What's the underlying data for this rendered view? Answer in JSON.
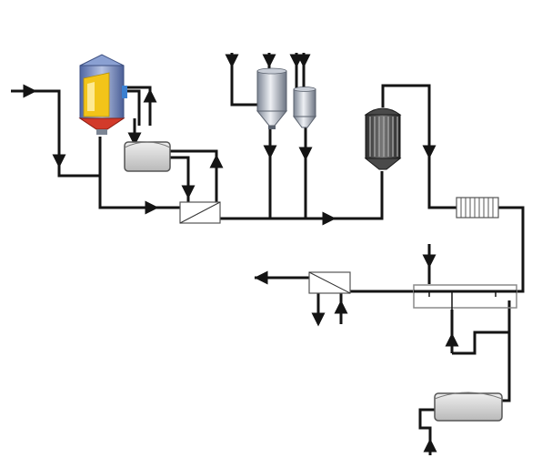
{
  "diagram": {
    "kind": "process-flow",
    "labels": [],
    "colors": {
      "background": "#ffffff",
      "pipe": "#141414",
      "vessel_steel_light": "#dfe3ea",
      "vessel_steel_dark": "#7c8594",
      "silo_blue": "#6f87c2",
      "silo_fill": "#f2c419",
      "silo_cone_red": "#d23a2a",
      "nozzle_blue": "#3a7fd0",
      "tank_grey": "#cfcfcf",
      "heat_exchanger_outline": "#555555"
    },
    "components": [
      {
        "name": "storage-silo",
        "icon": "silo-icon"
      },
      {
        "name": "buffer-tank-upper",
        "icon": "tank-icon"
      },
      {
        "name": "plate-heat-exchanger-1",
        "icon": "heat-exchanger-icon"
      },
      {
        "name": "conical-vessel-large",
        "icon": "vessel-icon"
      },
      {
        "name": "conical-vessel-small",
        "icon": "vessel-icon"
      },
      {
        "name": "tubular-reactor",
        "icon": "reactor-icon"
      },
      {
        "name": "finned-cooler",
        "icon": "cooler-icon"
      },
      {
        "name": "mixing-section",
        "icon": "mixer-icon"
      },
      {
        "name": "plate-heat-exchanger-2",
        "icon": "heat-exchanger-icon"
      },
      {
        "name": "buffer-tank-lower",
        "icon": "tank-icon"
      }
    ]
  }
}
